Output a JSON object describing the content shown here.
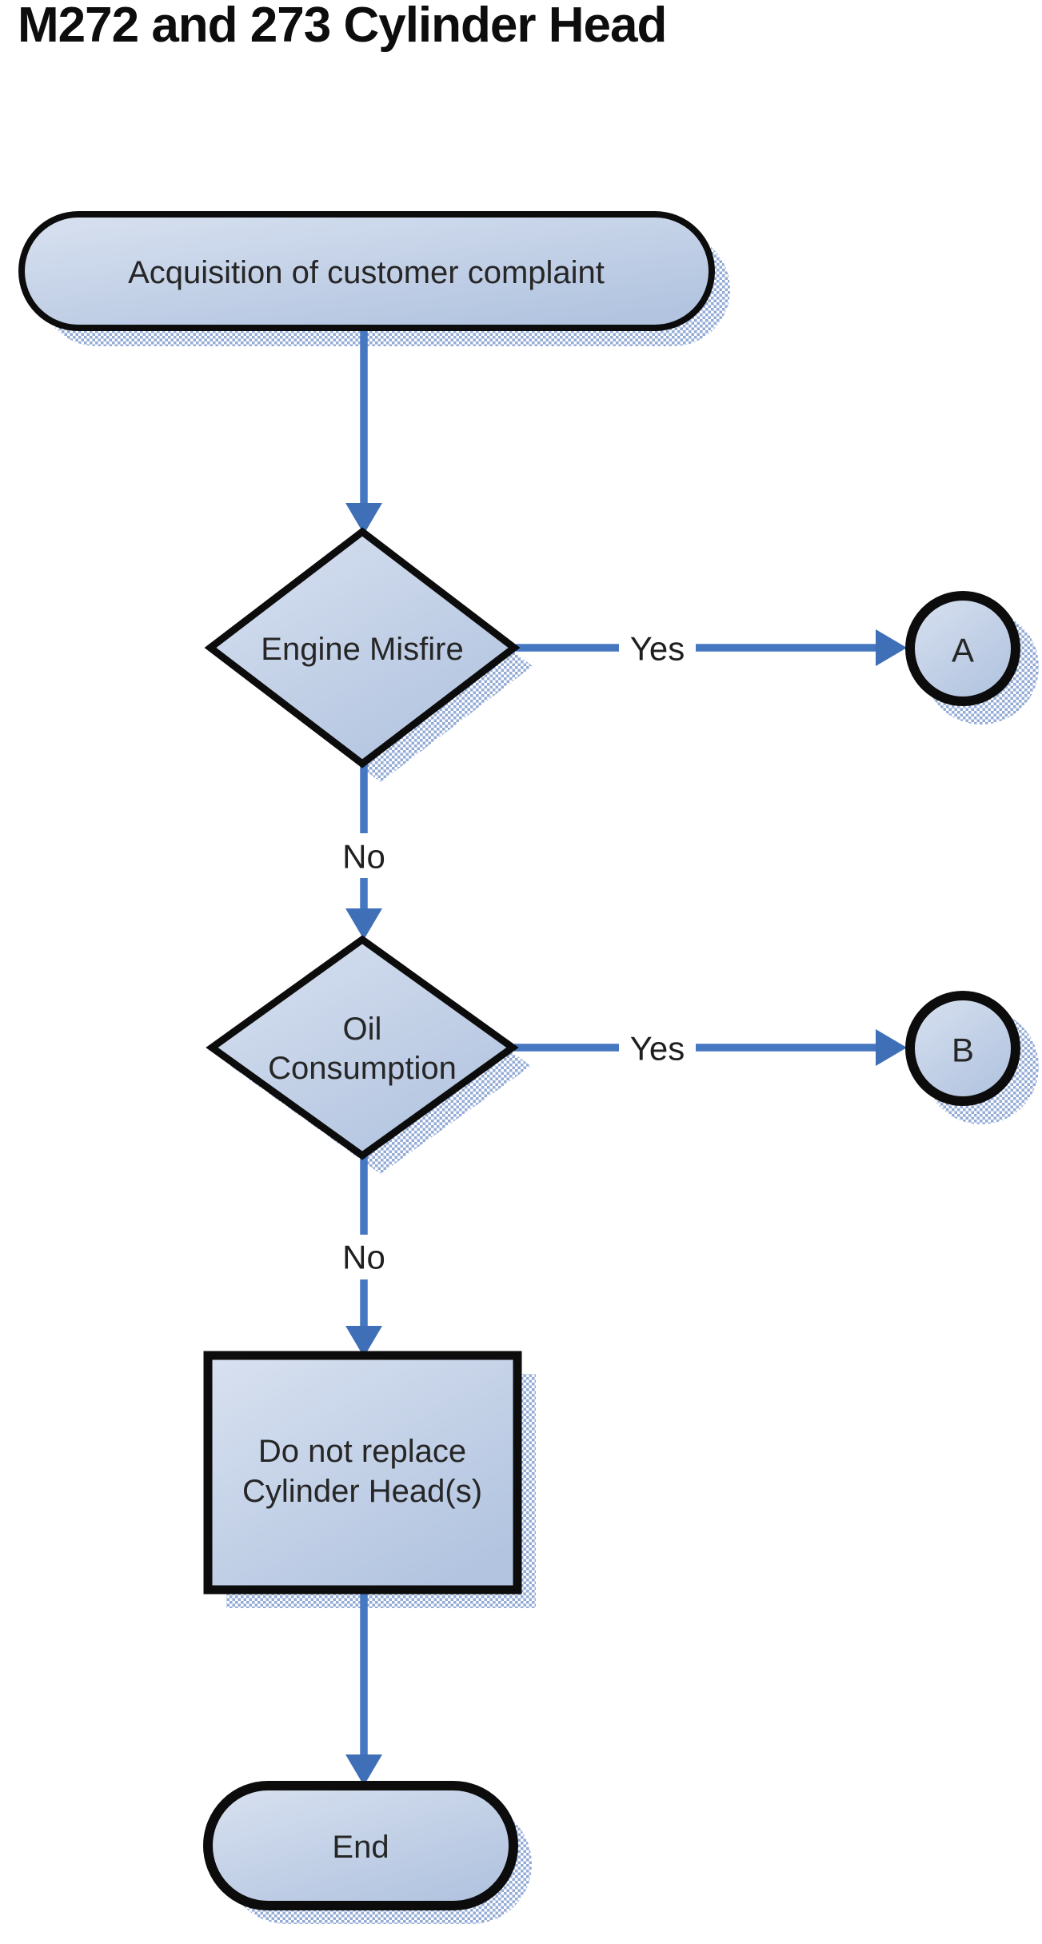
{
  "title": "M272 and 273 Cylinder Head",
  "colors": {
    "node_fill_light": "#d7e0ef",
    "node_fill_dark": "#b4c5e1",
    "node_border": "#0c0c0c",
    "arrow_blue": "#4677c1",
    "shadow_hatch_blue": "#93abd6",
    "text": "#262626"
  },
  "nodes": {
    "start": {
      "type": "terminator",
      "label": "Acquisition of customer complaint"
    },
    "engine_misfire": {
      "type": "decision",
      "label": "Engine Misfire"
    },
    "connector_a": {
      "type": "connector",
      "label": "A"
    },
    "oil_consumption": {
      "type": "decision",
      "label_line1": "Oil",
      "label_line2": "Consumption"
    },
    "connector_b": {
      "type": "connector",
      "label": "B"
    },
    "do_not_replace": {
      "type": "process",
      "label_line1": "Do not replace",
      "label_line2": "Cylinder Head(s)"
    },
    "end": {
      "type": "terminator",
      "label": "End"
    }
  },
  "edges": {
    "misfire_to_a": {
      "label": "Yes"
    },
    "misfire_to_oil": {
      "label": "No"
    },
    "oil_to_b": {
      "label": "Yes"
    },
    "oil_to_process": {
      "label": "No"
    }
  }
}
